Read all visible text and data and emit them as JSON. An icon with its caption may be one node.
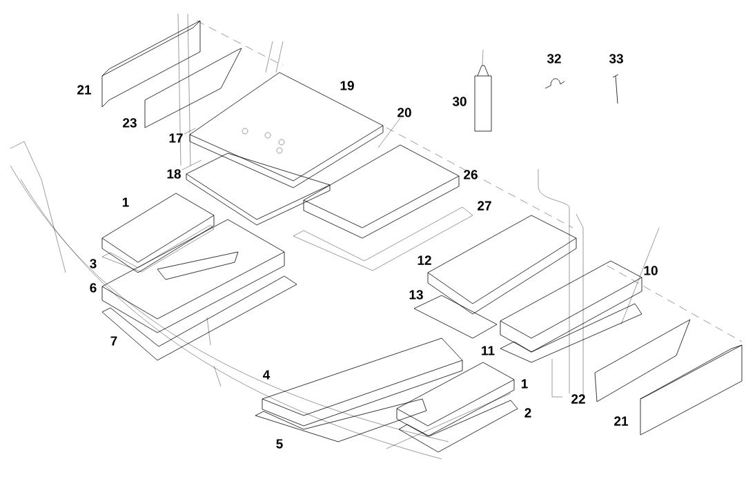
{
  "diagram": {
    "nodes": [
      {
        "text": [
          "20"
        ]
      },
      {
        "text": [
          "17"
        ]
      },
      {
        "text": [
          "18"
        ]
      }
    ],
    "edges": [
      {
        "from": 0,
        "to": null,
        "arrow": "none"
      },
      {
        "from": 1,
        "to": null,
        "arrow": "none"
      },
      {
        "from": 2,
        "to": null,
        "arrow": "none"
      }
    ],
    "labels": [
      "30",
      "32",
      "33",
      "21",
      "19",
      "23",
      "26",
      "1",
      "27",
      "12",
      "3",
      "6",
      "10",
      "13",
      "7",
      "11",
      "4",
      "1",
      "22",
      "2",
      "21",
      "5"
    ]
  }
}
